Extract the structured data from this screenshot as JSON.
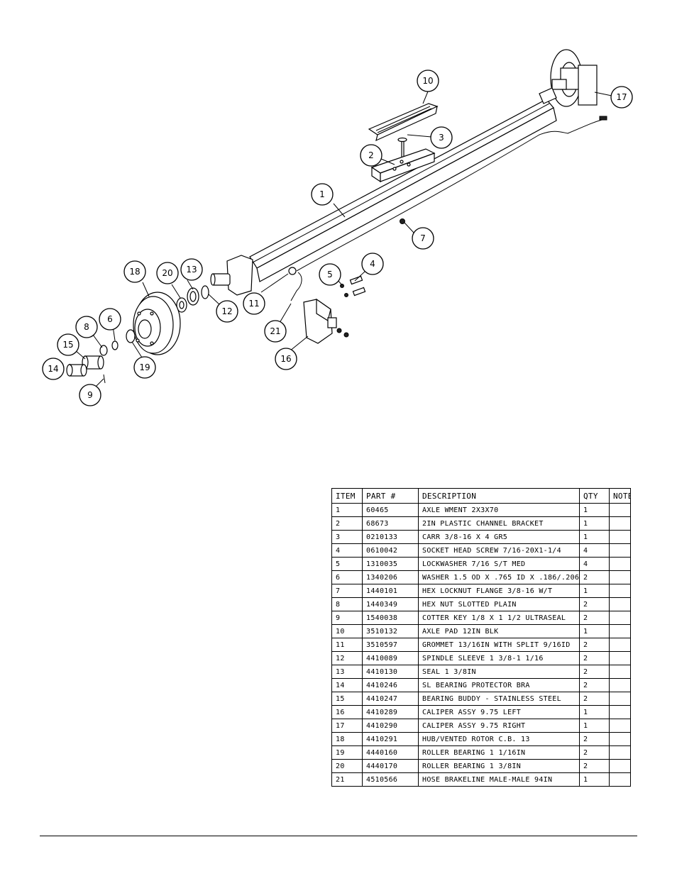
{
  "callouts": [
    {
      "num": "1"
    },
    {
      "num": "2"
    },
    {
      "num": "3"
    },
    {
      "num": "4"
    },
    {
      "num": "5"
    },
    {
      "num": "6"
    },
    {
      "num": "7"
    },
    {
      "num": "8"
    },
    {
      "num": "9"
    },
    {
      "num": "10"
    },
    {
      "num": "11"
    },
    {
      "num": "12"
    },
    {
      "num": "13"
    },
    {
      "num": "14"
    },
    {
      "num": "15"
    },
    {
      "num": "16"
    },
    {
      "num": "17"
    },
    {
      "num": "18"
    },
    {
      "num": "19"
    },
    {
      "num": "20"
    },
    {
      "num": "21"
    }
  ],
  "table": {
    "headers": {
      "item": "ITEM",
      "part": "PART #",
      "desc": "DESCRIPTION",
      "qty": "QTY",
      "note": "NOTE"
    },
    "rows": [
      {
        "item": "1",
        "part": "60465",
        "desc": "AXLE WMENT   2X3X70",
        "qty": "1",
        "note": ""
      },
      {
        "item": "2",
        "part": "68673",
        "desc": "2IN PLASTIC CHANNEL BRACKET",
        "qty": "1",
        "note": ""
      },
      {
        "item": "3",
        "part": "0210133",
        "desc": "CARR 3/8-16 X 4 GR5",
        "qty": "1",
        "note": ""
      },
      {
        "item": "4",
        "part": "0610042",
        "desc": "SOCKET HEAD SCREW 7/16-20X1-1/4",
        "qty": "4",
        "note": ""
      },
      {
        "item": "5",
        "part": "1310035",
        "desc": "LOCKWASHER 7/16 S/T MED",
        "qty": "4",
        "note": ""
      },
      {
        "item": "6",
        "part": "1340206",
        "desc": "WASHER 1.5 OD X .765 ID X .186/.206",
        "qty": "2",
        "note": ""
      },
      {
        "item": "7",
        "part": "1440101",
        "desc": "HEX LOCKNUT FLANGE 3/8-16 W/T",
        "qty": "1",
        "note": ""
      },
      {
        "item": "8",
        "part": "1440349",
        "desc": "HEX NUT SLOTTED PLAIN",
        "qty": "2",
        "note": ""
      },
      {
        "item": "9",
        "part": "1540038",
        "desc": "COTTER KEY 1/8 X 1 1/2 ULTRASEAL",
        "qty": "2",
        "note": ""
      },
      {
        "item": "10",
        "part": "3510132",
        "desc": "AXLE PAD 12IN  BLK",
        "qty": "1",
        "note": ""
      },
      {
        "item": "11",
        "part": "3510597",
        "desc": "GROMMET 13/16IN  WITH SPLIT 9/16ID",
        "qty": "2",
        "note": ""
      },
      {
        "item": "12",
        "part": "4410089",
        "desc": "SPINDLE SLEEVE  1 3/8-1 1/16",
        "qty": "2",
        "note": ""
      },
      {
        "item": "13",
        "part": "4410130",
        "desc": "SEAL  1 3/8IN",
        "qty": "2",
        "note": ""
      },
      {
        "item": "14",
        "part": "4410246",
        "desc": "SL BEARING PROTECTOR BRA",
        "qty": "2",
        "note": ""
      },
      {
        "item": "15",
        "part": "4410247",
        "desc": "BEARING BUDDY - STAINLESS STEEL",
        "qty": "2",
        "note": ""
      },
      {
        "item": "16",
        "part": "4410289",
        "desc": "CALIPER ASSY 9.75 LEFT",
        "qty": "1",
        "note": ""
      },
      {
        "item": "17",
        "part": "4410290",
        "desc": "CALIPER ASSY 9.75 RIGHT",
        "qty": "1",
        "note": ""
      },
      {
        "item": "18",
        "part": "4410291",
        "desc": "HUB/VENTED ROTOR C.B.  13",
        "qty": "2",
        "note": ""
      },
      {
        "item": "19",
        "part": "4440160",
        "desc": "ROLLER BEARING   1 1/16IN",
        "qty": "2",
        "note": ""
      },
      {
        "item": "20",
        "part": "4440170",
        "desc": "ROLLER BEARING   1 3/8IN",
        "qty": "2",
        "note": ""
      },
      {
        "item": "21",
        "part": "4510566",
        "desc": "HOSE BRAKELINE MALE-MALE 94IN",
        "qty": "1",
        "note": ""
      }
    ]
  }
}
